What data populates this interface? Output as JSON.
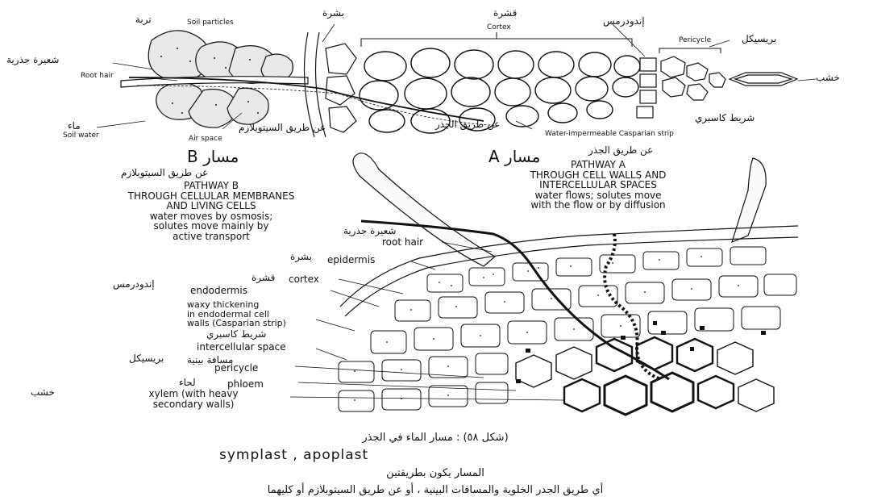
{
  "top": {
    "ar_turba": "تربة",
    "soil_particles": "Soil particles",
    "ar_bashra": "بشرة",
    "ar_qishra": "قشرة",
    "cortex": "Cortex",
    "ar_endodermis": "إندودرمس",
    "pericycle": "Pericycle",
    "ar_pericycle": "بريسيكل",
    "ar_shaira": "شعيرة جذرية",
    "root_hair": "Root hair",
    "ar_khashab": "خشب",
    "soil_water_ar": "ماء",
    "soil_water": "Soil water",
    "air_space": "Air space",
    "ar_symplast_route": "عن طريق السيتوبلازم",
    "ar_cortex_route": "عن طريق الجذر",
    "ar_casparian": "شريط كاسبري",
    "casparian": "Water-impermeable Casparian strip"
  },
  "pathway_b": {
    "ar_title": "مسار B",
    "ar_sub": "عن طريق السيتوبلازم",
    "lines": [
      "PATHWAY B",
      "THROUGH CELLULAR MEMBRANES",
      "AND LIVING CELLS",
      "water moves by osmosis;",
      "solutes move mainly by",
      "active transport"
    ]
  },
  "pathway_a": {
    "ar_sub": "عن طريق الجذر",
    "ar_title": "مسار A",
    "lines": [
      "PATHWAY A",
      "THROUGH CELL WALLS AND",
      "INTERCELLULAR SPACES",
      "water flows; solutes move",
      "with the flow or by diffusion"
    ]
  },
  "labels": {
    "ar_root_hair": "شعيرة جذرية",
    "root_hair": "root hair",
    "ar_epidermis": "بشرة",
    "epidermis": "epidermis",
    "ar_cortex": "قشرة",
    "cortex": "cortex",
    "ar_endodermis": "إندودرمس",
    "endodermis": "endodermis",
    "waxy": [
      "waxy thickening",
      "in endodermal cell",
      "walls (Casparian strip)"
    ],
    "ar_casparian": "شريط كاسبري",
    "intercellular": "intercellular space",
    "ar_intercellular": "مسافة بينية",
    "ar_pericycle": "بريسيكل",
    "pericycle": "pericycle",
    "ar_phloem": "لحاء",
    "phloem": "phloem",
    "ar_xylem": "خشب",
    "xylem": [
      "xylem (with heavy",
      "secondary walls)"
    ]
  },
  "caption": {
    "line1": "(شكل ٥٨) : مسار الماء في الجذر",
    "line2": "symplast , apoplast",
    "line3": "المسار يكون بطريقتين",
    "line4": "أي طريق الجدر الخلوية والمسافات البينية ، أو عن طريق السيتوبلازم أو كليهما"
  }
}
